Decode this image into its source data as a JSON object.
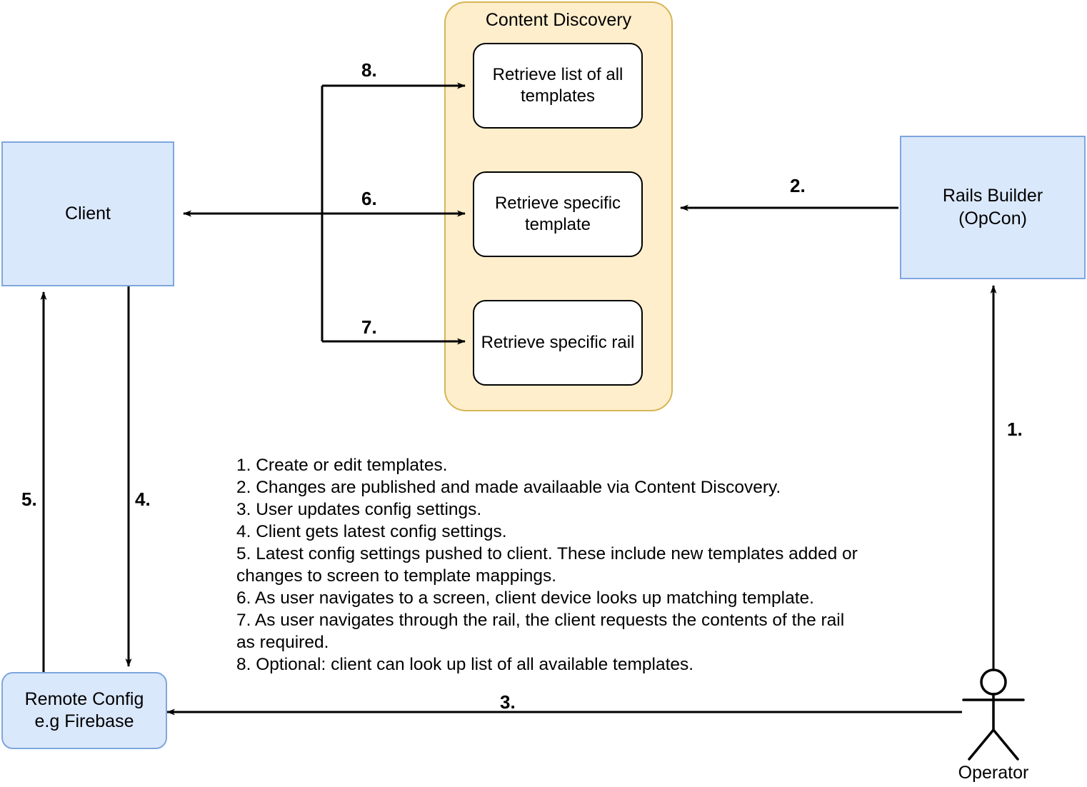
{
  "diagram": {
    "title_group": "Content Discovery",
    "nodes": {
      "client": "Client",
      "remote_config_line1": "Remote Config",
      "remote_config_line2": "e.g Firebase",
      "rails_builder_line1": "Rails Builder",
      "rails_builder_line2": "(OpCon)",
      "retrieve_all_line1": "Retrieve list of all",
      "retrieve_all_line2": "templates",
      "retrieve_specific_line1": "Retrieve specific",
      "retrieve_specific_line2": "template",
      "retrieve_rail": "Retrieve specific rail",
      "operator": "Operator"
    },
    "edge_labels": {
      "one": "1.",
      "two": "2.",
      "three": "3.",
      "four": "4.",
      "five": "5.",
      "six": "6.",
      "seven": "7.",
      "eight": "8."
    },
    "legend": [
      "1. Create or edit templates.",
      "2. Changes are published and made availaable via Content Discovery.",
      "3. User updates config settings.",
      "4. Client gets latest config settings.",
      "5. Latest config settings pushed to client. These include new templates added or changes to screen to template mappings.",
      "6. As user navigates to a screen, client device looks up matching template.",
      "7. As user navigates through the rail, the client requests the contents of the rail as required.",
      "8. Optional: client can look up list of all available templates."
    ],
    "colors": {
      "node_fill_blue": "#dae8fc",
      "node_stroke_blue": "#7ea6dc",
      "group_fill_yellow": "#ffeecc",
      "group_stroke_yellow": "#d6b656",
      "edge_stroke": "#000000",
      "node_fill_white": "#ffffff",
      "text": "#000000"
    }
  }
}
